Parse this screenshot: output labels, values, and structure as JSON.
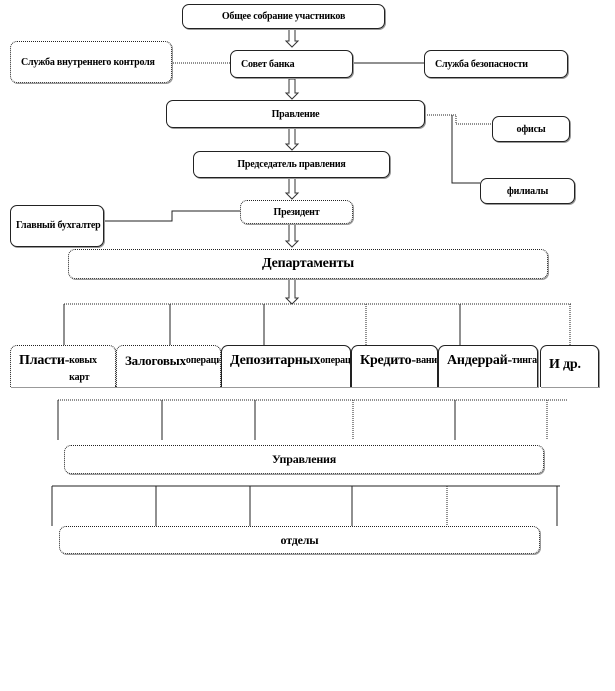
{
  "diagram": {
    "top": {
      "general_meeting": "Общее собрание участников",
      "board": "Совет банка",
      "internal_control": "Служба  внутреннего контроля",
      "security": "Служба  безопасности",
      "management": "Правление",
      "offices": "офисы",
      "branches": "филиалы",
      "chairman": "Председатель правления",
      "president": "Президент",
      "chief_accountant": "Главный бухгалтер"
    },
    "departments": {
      "title": "Департаменты",
      "items": [
        {
          "main": "Пласти-",
          "sub": "ковых карт"
        },
        {
          "main": "Залоговых",
          "sub": "операций"
        },
        {
          "main": "Депозитарных",
          "sub": "операций"
        },
        {
          "main": "Кредито-",
          "sub": "вания"
        },
        {
          "main": "Андеррай-",
          "sub": "тинга"
        },
        {
          "main": "И др.",
          "sub": ""
        }
      ]
    },
    "directorates": "Управления",
    "divisions": "отделы"
  }
}
